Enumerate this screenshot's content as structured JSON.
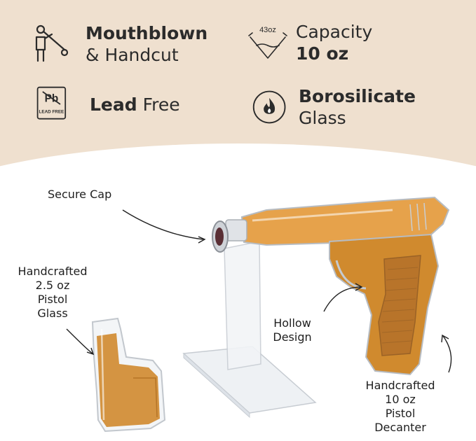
{
  "features": [
    {
      "icon": "glassblower-icon",
      "bold": "Mouthblown",
      "regular": "& Handcut"
    },
    {
      "icon": "capacity-icon",
      "icon_text": "43oz",
      "regular": "Capacity",
      "bold": "10 oz"
    },
    {
      "icon": "lead-free-icon",
      "icon_text_top": "Pb",
      "icon_text_bottom": "LEAD FREE",
      "bold": "Lead",
      "regular": "Free"
    },
    {
      "icon": "flame-icon",
      "bold": "Borosilicate",
      "regular": "Glass"
    }
  ],
  "callouts": {
    "secure_cap": "Secure Cap",
    "glass": [
      "Handcrafted",
      "2.5 oz",
      "Pistol",
      "Glass"
    ],
    "hollow": [
      "Hollow",
      "Design"
    ],
    "decanter": [
      "Handcrafted",
      "10 oz",
      "Pistol",
      "Decanter"
    ]
  },
  "colors": {
    "background_top": "#efe0cf",
    "text": "#2b2b2b",
    "liquid": "#d08a2e"
  }
}
